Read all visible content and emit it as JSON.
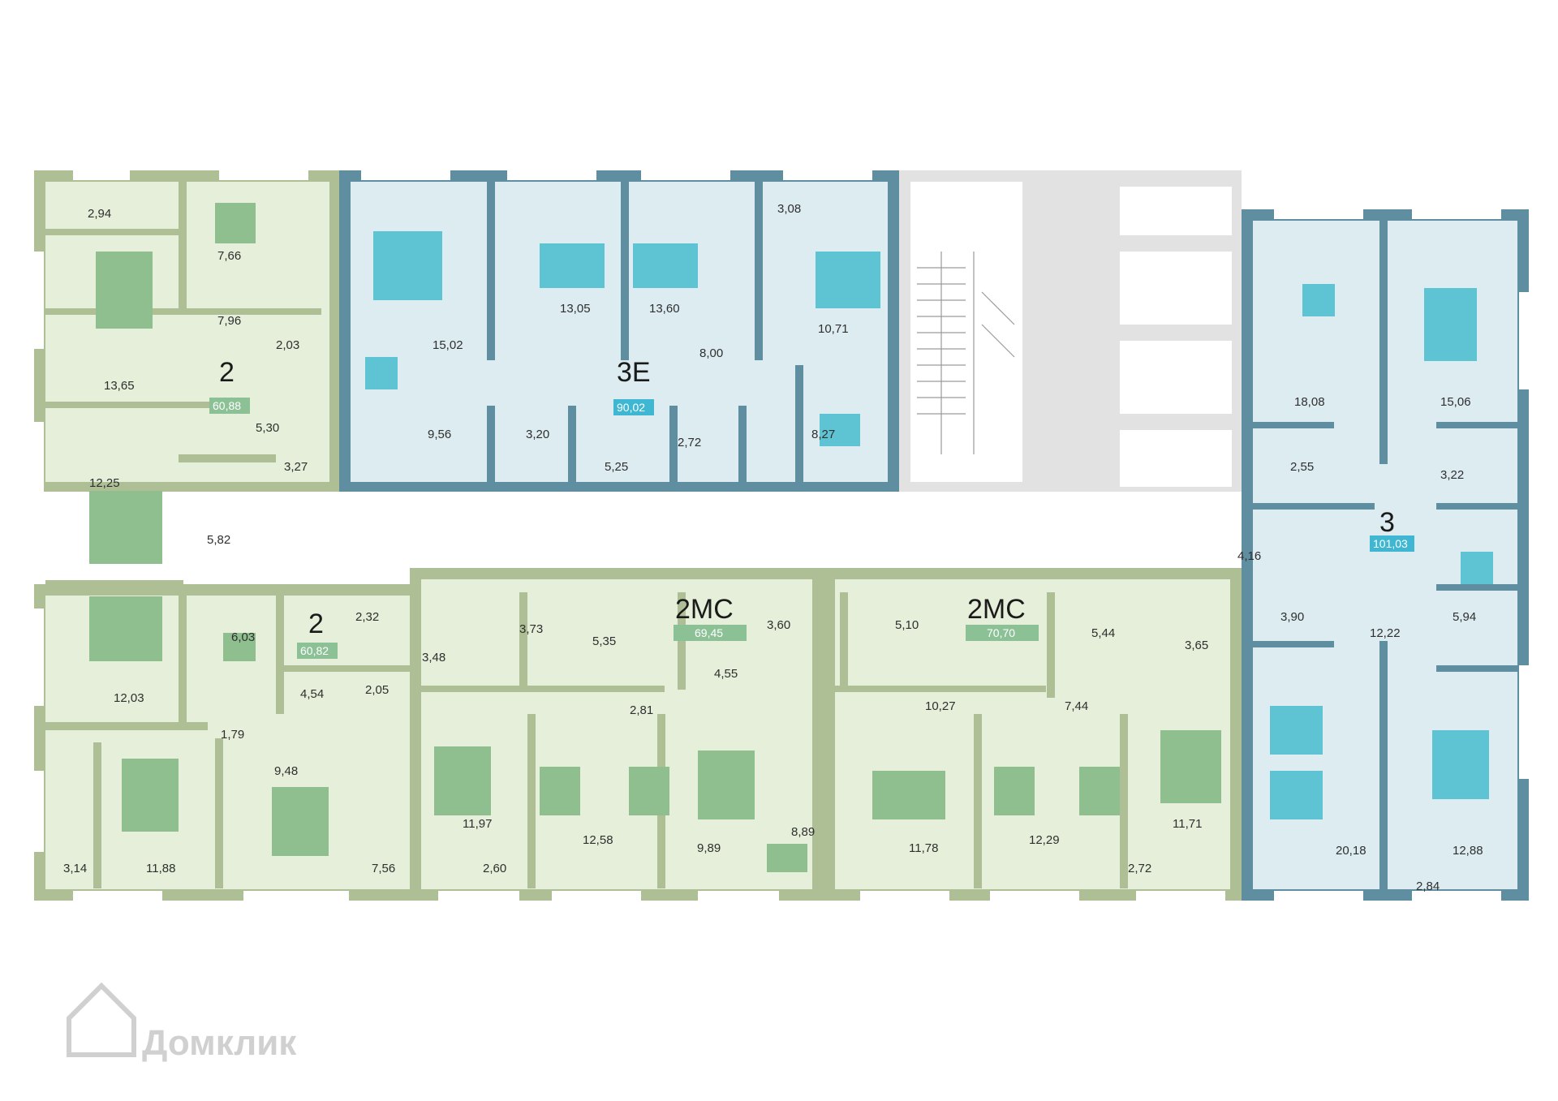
{
  "colors": {
    "green_wall": "#aebf96",
    "green_floor": "#e5efd9",
    "green_fixture": "#8fbf8f",
    "blue_wall": "#5f8ea0",
    "blue_floor": "#dcecf1",
    "blue_fixture": "#5ec3d3",
    "core_gray": "#e2e2e2",
    "badge_green": "#8cc196",
    "badge_blue": "#3fb7d2"
  },
  "apartments": [
    {
      "type": "2",
      "area": "60,88",
      "theme": "green"
    },
    {
      "type": "2",
      "area": "60,82",
      "theme": "green"
    },
    {
      "type": "3Е",
      "area": "90,02",
      "theme": "blue"
    },
    {
      "type": "2МС",
      "area": "69,45",
      "theme": "green"
    },
    {
      "type": "2МС",
      "area": "70,70",
      "theme": "green"
    },
    {
      "type": "3",
      "area": "101,03",
      "theme": "blue"
    }
  ],
  "room_labels": [
    "2,94",
    "7,66",
    "7,96",
    "13,65",
    "2,03",
    "5,30",
    "3,27",
    "12,25",
    "5,82",
    "15,02",
    "13,05",
    "13,60",
    "3,08",
    "10,71",
    "8,00",
    "9,56",
    "3,20",
    "5,25",
    "2,72",
    "8,27",
    "18,08",
    "15,06",
    "2,55",
    "3,22",
    "4,16",
    "3,90",
    "12,22",
    "5,94",
    "20,18",
    "12,88",
    "2,84",
    "2,32",
    "6,03",
    "12,03",
    "4,54",
    "2,05",
    "1,79",
    "9,48",
    "3,14",
    "11,88",
    "7,56",
    "3,48",
    "3,73",
    "5,35",
    "3,60",
    "4,55",
    "2,81",
    "11,97",
    "12,58",
    "9,89",
    "8,89",
    "2,60",
    "5,10",
    "5,44",
    "3,65",
    "10,27",
    "7,44",
    "11,78",
    "12,29",
    "11,71",
    "2,72"
  ],
  "watermark": "Домклик"
}
